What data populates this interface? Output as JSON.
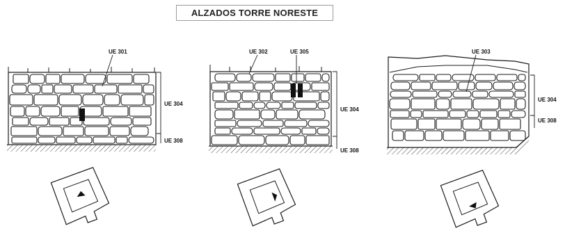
{
  "title": "ALZADOS TORRE NORESTE",
  "elevations": [
    {
      "id": "elevation-1",
      "top_labels": [
        "UE 301"
      ],
      "side_labels": [
        "UE 304",
        "UE 308"
      ]
    },
    {
      "id": "elevation-2",
      "top_labels": [
        "UE 302",
        "UE 305"
      ],
      "side_labels": [
        "UE 304",
        "UE 308"
      ]
    },
    {
      "id": "elevation-3",
      "top_labels": [
        "UE 303"
      ],
      "side_labels": [
        "UE 304",
        "UE 308"
      ]
    }
  ],
  "colors": {
    "line": "#1a1a1a",
    "background": "#ffffff",
    "hatch": "#444444"
  }
}
